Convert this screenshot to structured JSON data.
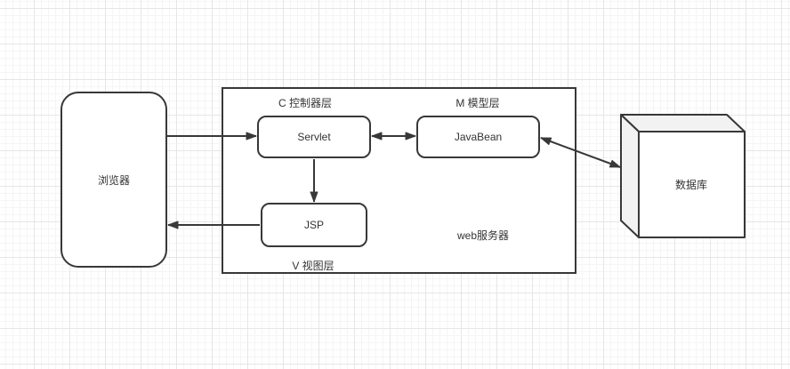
{
  "diagram": {
    "labels": {
      "browser": "浏览器",
      "controller_layer": "C 控制器层",
      "model_layer": "M 模型层",
      "view_layer": "V 视图层",
      "servlet": "Servlet",
      "javabean": "JavaBean",
      "jsp": "JSP",
      "web_server": "web服务器",
      "database": "数据库"
    },
    "edges": [
      {
        "from": "browser",
        "to": "servlet",
        "arrows": "end"
      },
      {
        "from": "servlet",
        "to": "javabean",
        "arrows": "both"
      },
      {
        "from": "servlet",
        "to": "jsp",
        "arrows": "end"
      },
      {
        "from": "jsp",
        "to": "browser",
        "arrows": "end"
      },
      {
        "from": "javabean",
        "to": "database",
        "arrows": "both"
      }
    ],
    "colors": {
      "stroke": "#383838",
      "node_fill": "#ffffff",
      "cube_side_fill": "#f2f2f2",
      "text": "#333333",
      "grid_minor": "#f5f5f5",
      "grid_major": "#e6e6e6",
      "canvas_background": "#ffffff"
    }
  }
}
